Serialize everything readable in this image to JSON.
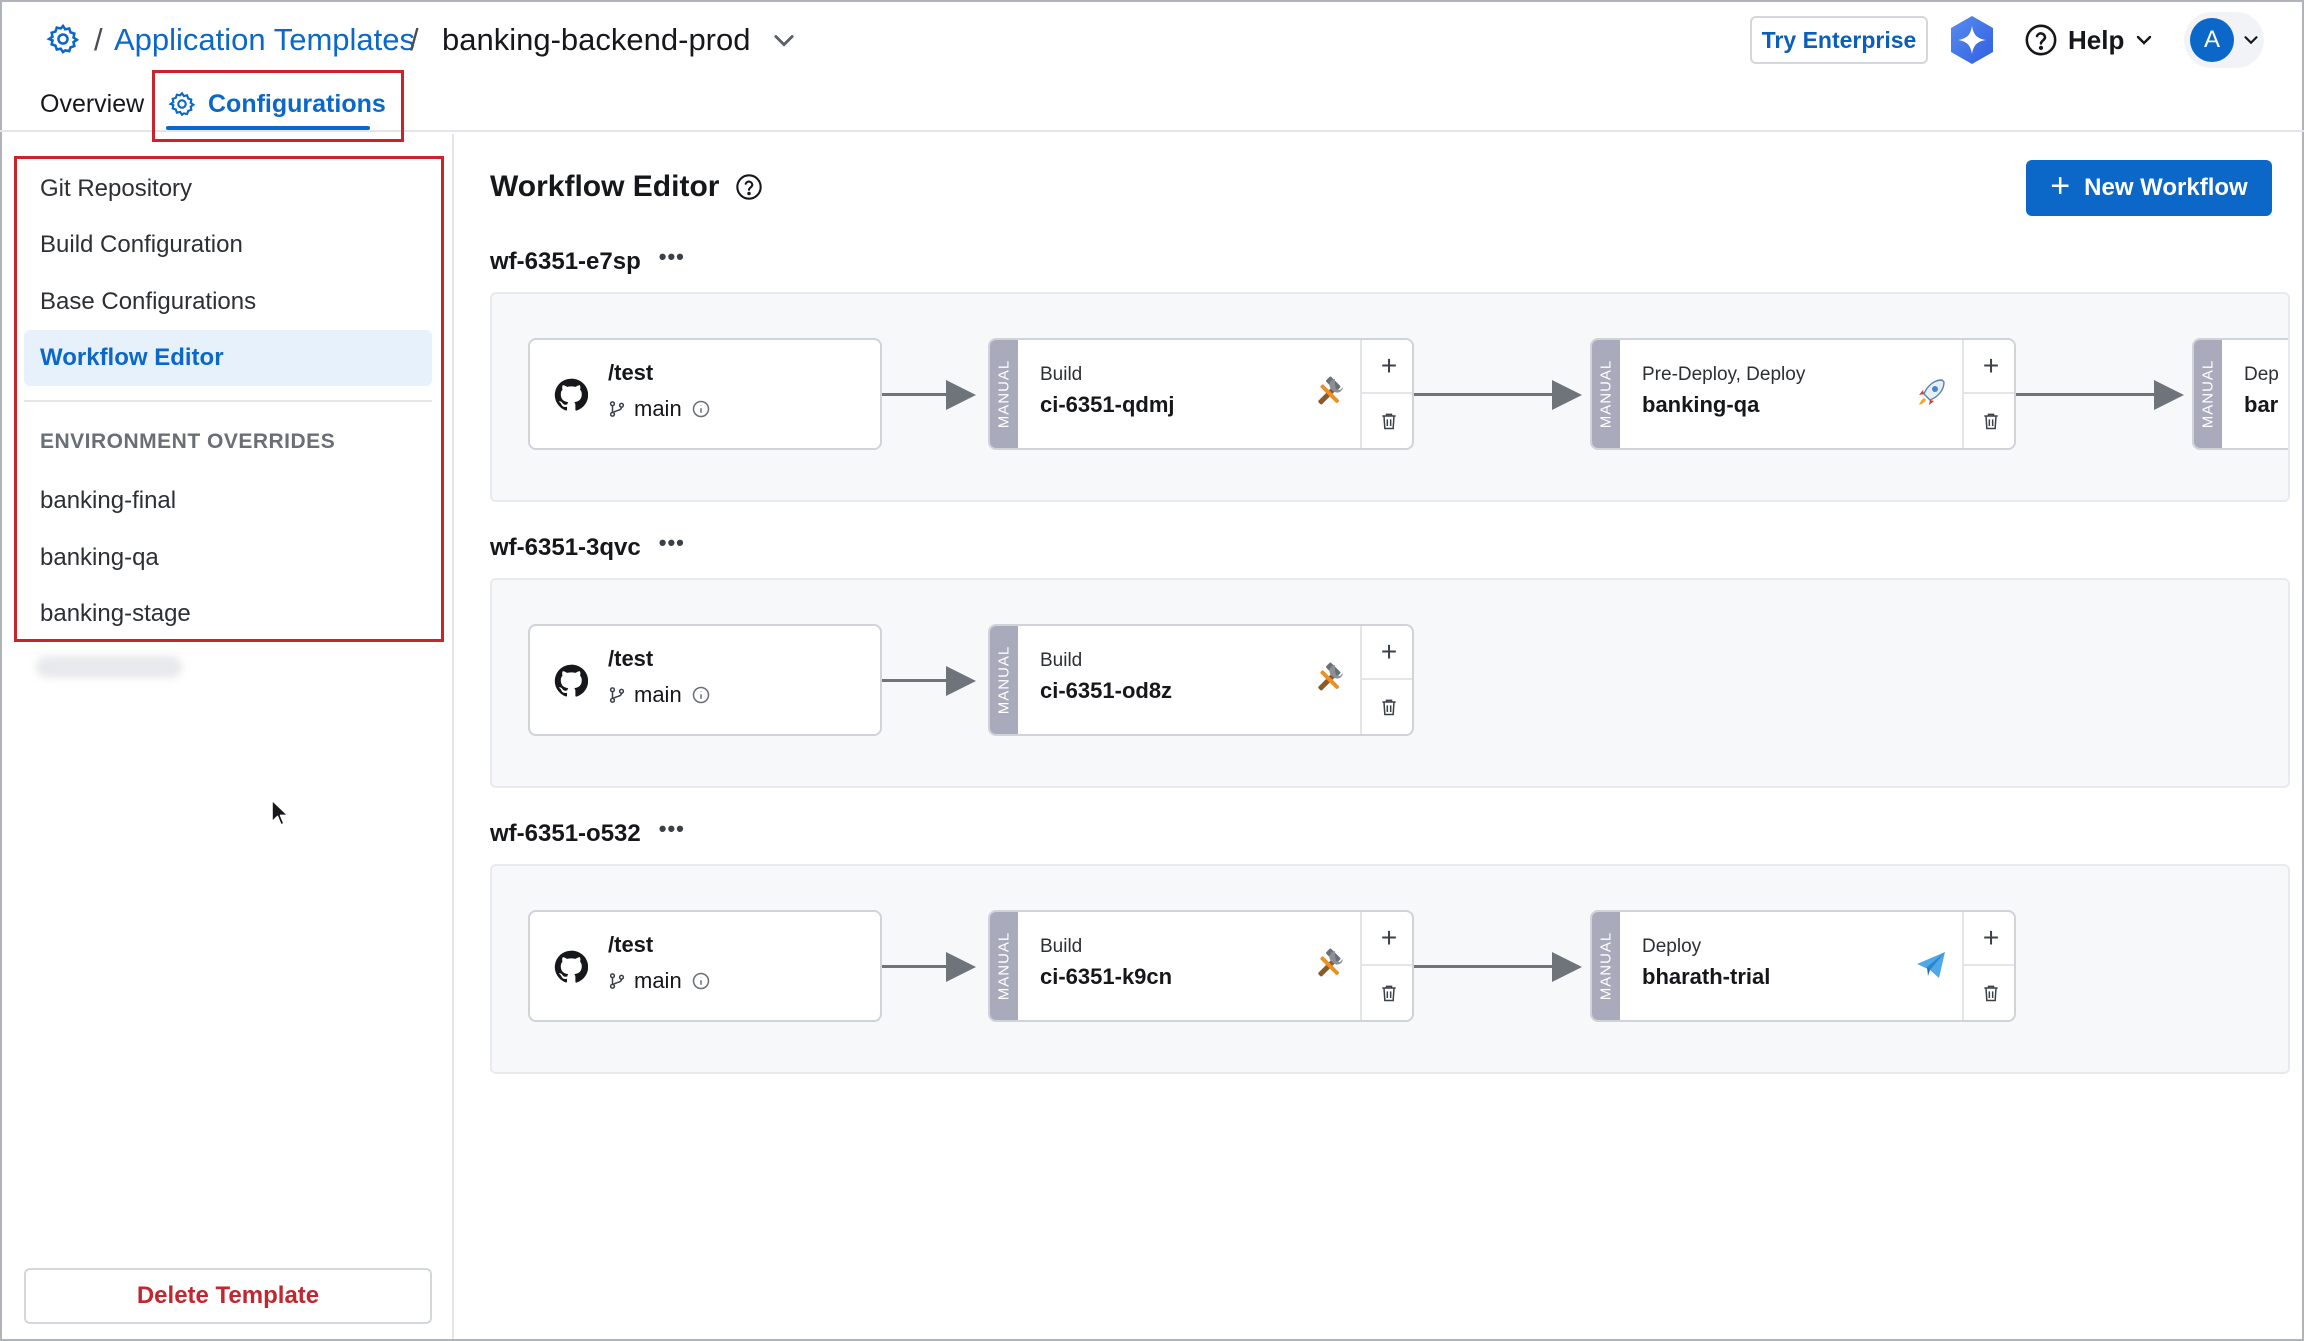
{
  "header": {
    "breadcrumb_sep1": "/",
    "app_templates": "Application Templates",
    "breadcrumb_sep2": "/",
    "current": "banking-backend-prod",
    "try_enterprise": "Try Enterprise",
    "help": "Help",
    "avatar_initial": "A"
  },
  "tabs": {
    "overview": "Overview",
    "configurations": "Configurations"
  },
  "sidebar": {
    "items": [
      "Git Repository",
      "Build Configuration",
      "Base Configurations",
      "Workflow Editor"
    ],
    "env_heading": "ENVIRONMENT OVERRIDES",
    "envs": [
      "banking-final",
      "banking-qa",
      "banking-stage"
    ],
    "delete": "Delete Template"
  },
  "main": {
    "title": "Workflow Editor",
    "new_workflow": "New Workflow",
    "workflows": [
      {
        "name": "wf-6351-e7sp",
        "source": {
          "path": "/test",
          "branch": "main"
        },
        "nodes": [
          {
            "manual": "MANUAL",
            "kind": "Build",
            "name": "ci-6351-qdmj",
            "icon": "build-tools-icon"
          },
          {
            "manual": "MANUAL",
            "kind": "Pre-Deploy, Deploy",
            "name": "banking-qa",
            "icon": "rocket-icon"
          }
        ],
        "partial": {
          "manual": "MANUAL",
          "kind": "Dep",
          "name": "bar"
        }
      },
      {
        "name": "wf-6351-3qvc",
        "source": {
          "path": "/test",
          "branch": "main"
        },
        "nodes": [
          {
            "manual": "MANUAL",
            "kind": "Build",
            "name": "ci-6351-od8z",
            "icon": "build-tools-icon"
          }
        ]
      },
      {
        "name": "wf-6351-o532",
        "source": {
          "path": "/test",
          "branch": "main"
        },
        "nodes": [
          {
            "manual": "MANUAL",
            "kind": "Build",
            "name": "ci-6351-k9cn",
            "icon": "build-tools-icon"
          },
          {
            "manual": "MANUAL",
            "kind": "Deploy",
            "name": "bharath-trial",
            "icon": "paper-plane-icon"
          }
        ]
      }
    ]
  },
  "colors": {
    "brand_blue": "#0b68c9",
    "highlight_red": "#c9242b",
    "manual_strip": "#a9abbc",
    "danger": "#c0282f"
  }
}
